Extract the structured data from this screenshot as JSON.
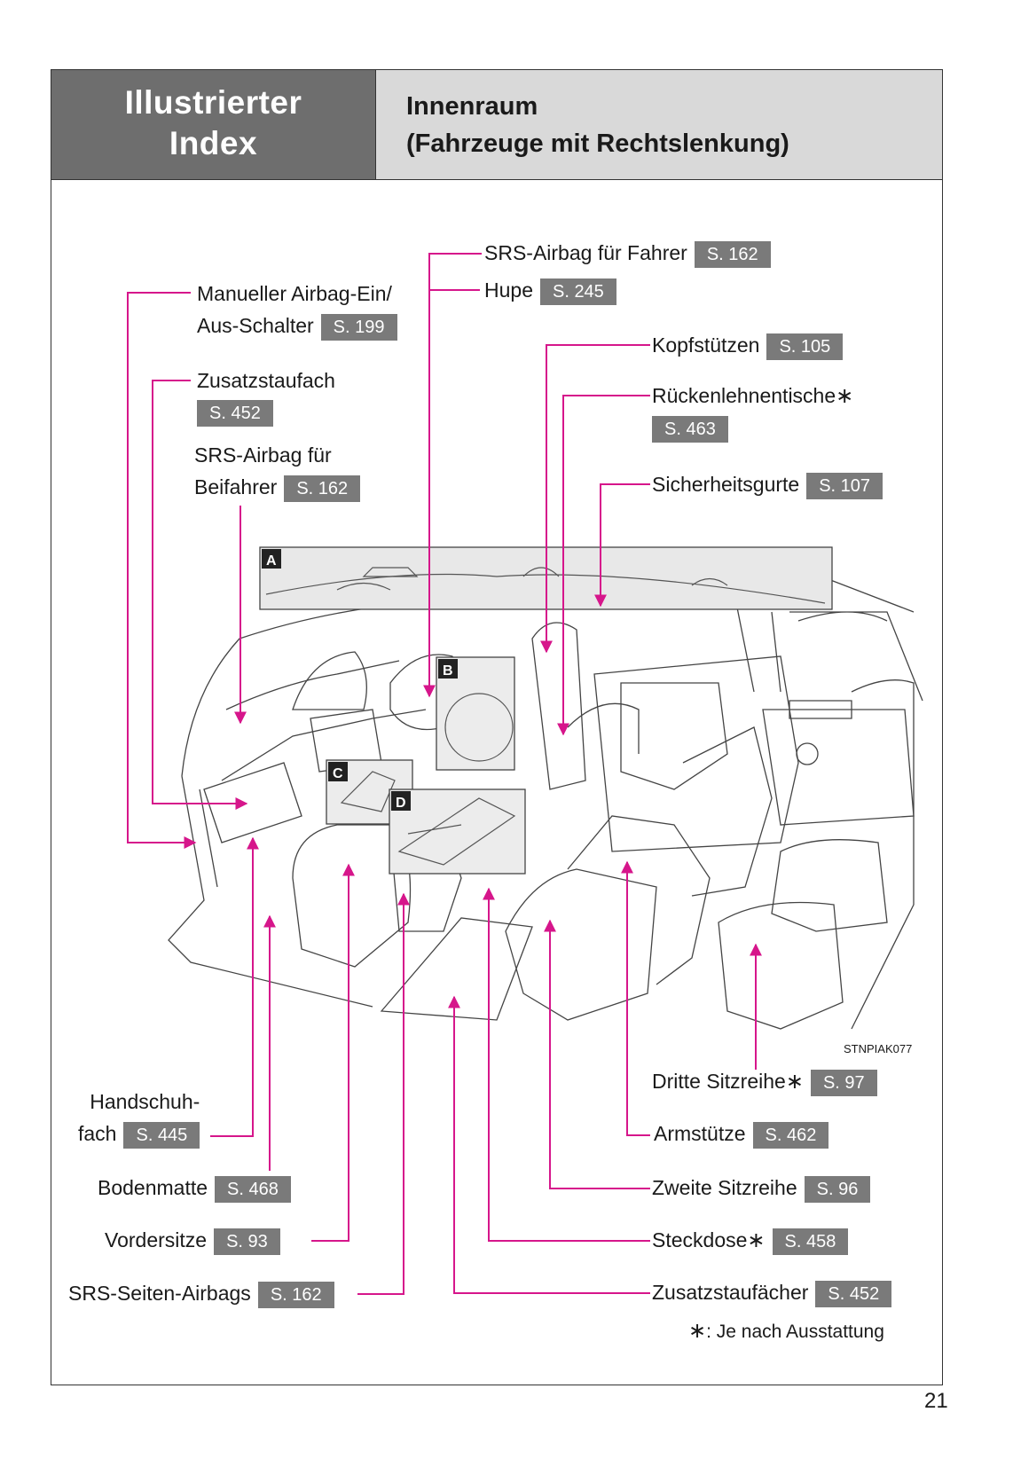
{
  "header": {
    "section_title_line1": "Illustrierter",
    "section_title_line2": "Index",
    "page_title_line1": "Innenraum",
    "page_title_line2": "(Fahrzeuge mit Rechtslenkung)"
  },
  "labels": {
    "srs_fahrer": {
      "text": "SRS-Airbag für Fahrer",
      "page": "S. 162"
    },
    "hupe": {
      "text": "Hupe",
      "page": "S. 245"
    },
    "airbag_schalter": {
      "line1": "Manueller Airbag-Ein/",
      "line2": "Aus-Schalter",
      "page": "S. 199"
    },
    "kopfstuetzen": {
      "text": "Kopfstützen",
      "page": "S. 105"
    },
    "zusatzstaufach": {
      "text": "Zusatzstaufach",
      "page": "S. 452"
    },
    "rueckenlehnentische": {
      "text": "Rückenlehnentische",
      "star": "∗",
      "page": "S. 463"
    },
    "srs_beifahrer": {
      "line1": "SRS-Airbag für",
      "line2": "Beifahrer",
      "page": "S. 162"
    },
    "sicherheitsgurte": {
      "text": "Sicherheitsgurte",
      "page": "S. 107"
    },
    "dritte_sitzreihe": {
      "text": "Dritte Sitzreihe",
      "star": "∗",
      "page": "S. 97"
    },
    "handschuhfach": {
      "line1": "Handschuh-",
      "line2": "fach",
      "page": "S. 445"
    },
    "armstuetze": {
      "text": "Armstütze",
      "page": "S. 462"
    },
    "bodenmatte": {
      "text": "Bodenmatte",
      "page": "S. 468"
    },
    "zweite_sitzreihe": {
      "text": "Zweite Sitzreihe",
      "page": "S. 96"
    },
    "vordersitze": {
      "text": "Vordersitze",
      "page": "S. 93"
    },
    "steckdose": {
      "text": "Steckdose",
      "star": "∗",
      "page": "S. 458"
    },
    "srs_seiten": {
      "text": "SRS-Seiten-Airbags",
      "page": "S. 162"
    },
    "zusatzstaufaecher": {
      "text": "Zusatzstaufächer",
      "page": "S. 452"
    }
  },
  "illustration": {
    "inset_labels": [
      "A",
      "B",
      "C",
      "D"
    ],
    "image_code": "STNPIAK077"
  },
  "footnote": {
    "star": "∗",
    "text": ": Je nach Ausstattung"
  },
  "page_number": "21",
  "colors": {
    "leader_line": "#d6168b",
    "header_dark": "#6e6e6e",
    "header_light": "#d9d9d9",
    "page_tag": "#7a7a7a"
  }
}
